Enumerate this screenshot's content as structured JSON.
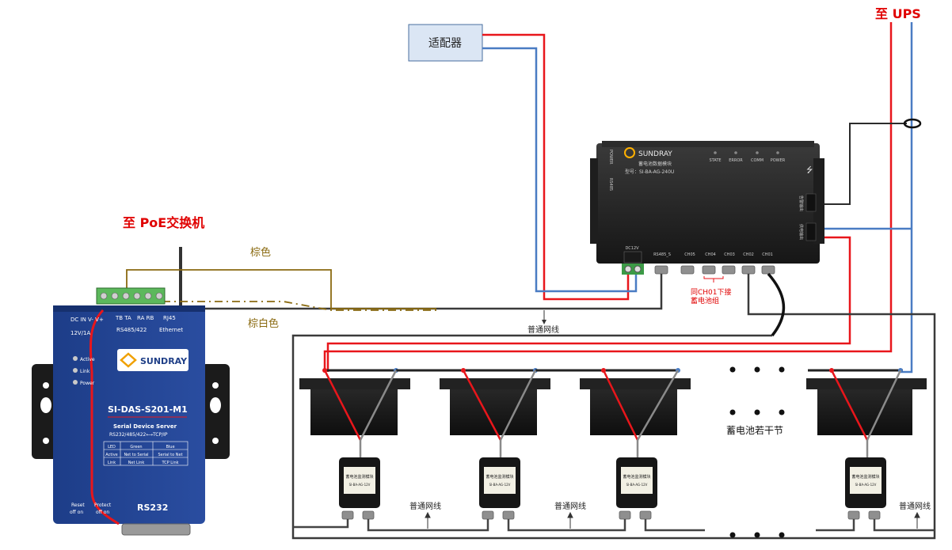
{
  "labels": {
    "to_poe_switch": "至 PoE交换机",
    "to_ups": "至 UPS",
    "adapter": "适配器",
    "brown": "棕色",
    "brown_white": "棕白色",
    "network_cable_top": "普通网线",
    "network_cable_bottom": "普通网线",
    "ch01_note_line1": "同CH01下接",
    "ch01_note_line2": "蓄电池组",
    "battery_group": "蓄电池若干节"
  },
  "collector": {
    "brand": "SUNDRAY",
    "name": "蓄电池数据模块",
    "model": "型号：SI-BA-AG-240U",
    "left_port_top": "POWER",
    "left_port_bottom": "RS485",
    "leds": [
      "STATE",
      "ERROR",
      "COMM",
      "POWER"
    ],
    "dc_label": "DC12V",
    "ports": [
      "RS485_S",
      "CH05",
      "CH04",
      "CH03",
      "CH02",
      "CH01"
    ],
    "side_top": "告警输出",
    "side_bottom": "供电输出"
  },
  "server": {
    "power_label": "DC IN  V-  V+",
    "rating": "12V/1A",
    "terminal_labels": "TB TA",
    "terminal_labels_2": "RA RB",
    "rj45": "RJ45",
    "rs485_422": "RS485/422",
    "ethernet": "Ethernet",
    "brand": "SUNDRAY",
    "model": "SI-DAS-S201-M1",
    "subtitle": "Serial Device Server",
    "protocol": "RS232/485/422⟷TCP/IP",
    "leds": [
      "Active",
      "Link",
      "Power"
    ],
    "table_header": [
      "LED",
      "Green",
      "Blue"
    ],
    "table_row1": [
      "Active",
      "Net to Serial",
      "Serial to Net"
    ],
    "table_row2": [
      "Link",
      "Net Link",
      "TCP Link"
    ],
    "reset": "Reset",
    "reset_state": "off on",
    "protect": "Protect",
    "protect_state": "off on",
    "rs232": "RS232"
  },
  "sensor_label": [
    "蓄电池监测模块",
    "SI-BA-AG-12V"
  ],
  "colors": {
    "red_wire": "#e8161b",
    "blue_wire": "#4a7cc3",
    "black_wire": "#2b2b2b",
    "brown_wire": "#8a6a10",
    "server_body": "#1f3f87",
    "adapter_fill": "#dbe6f4"
  }
}
